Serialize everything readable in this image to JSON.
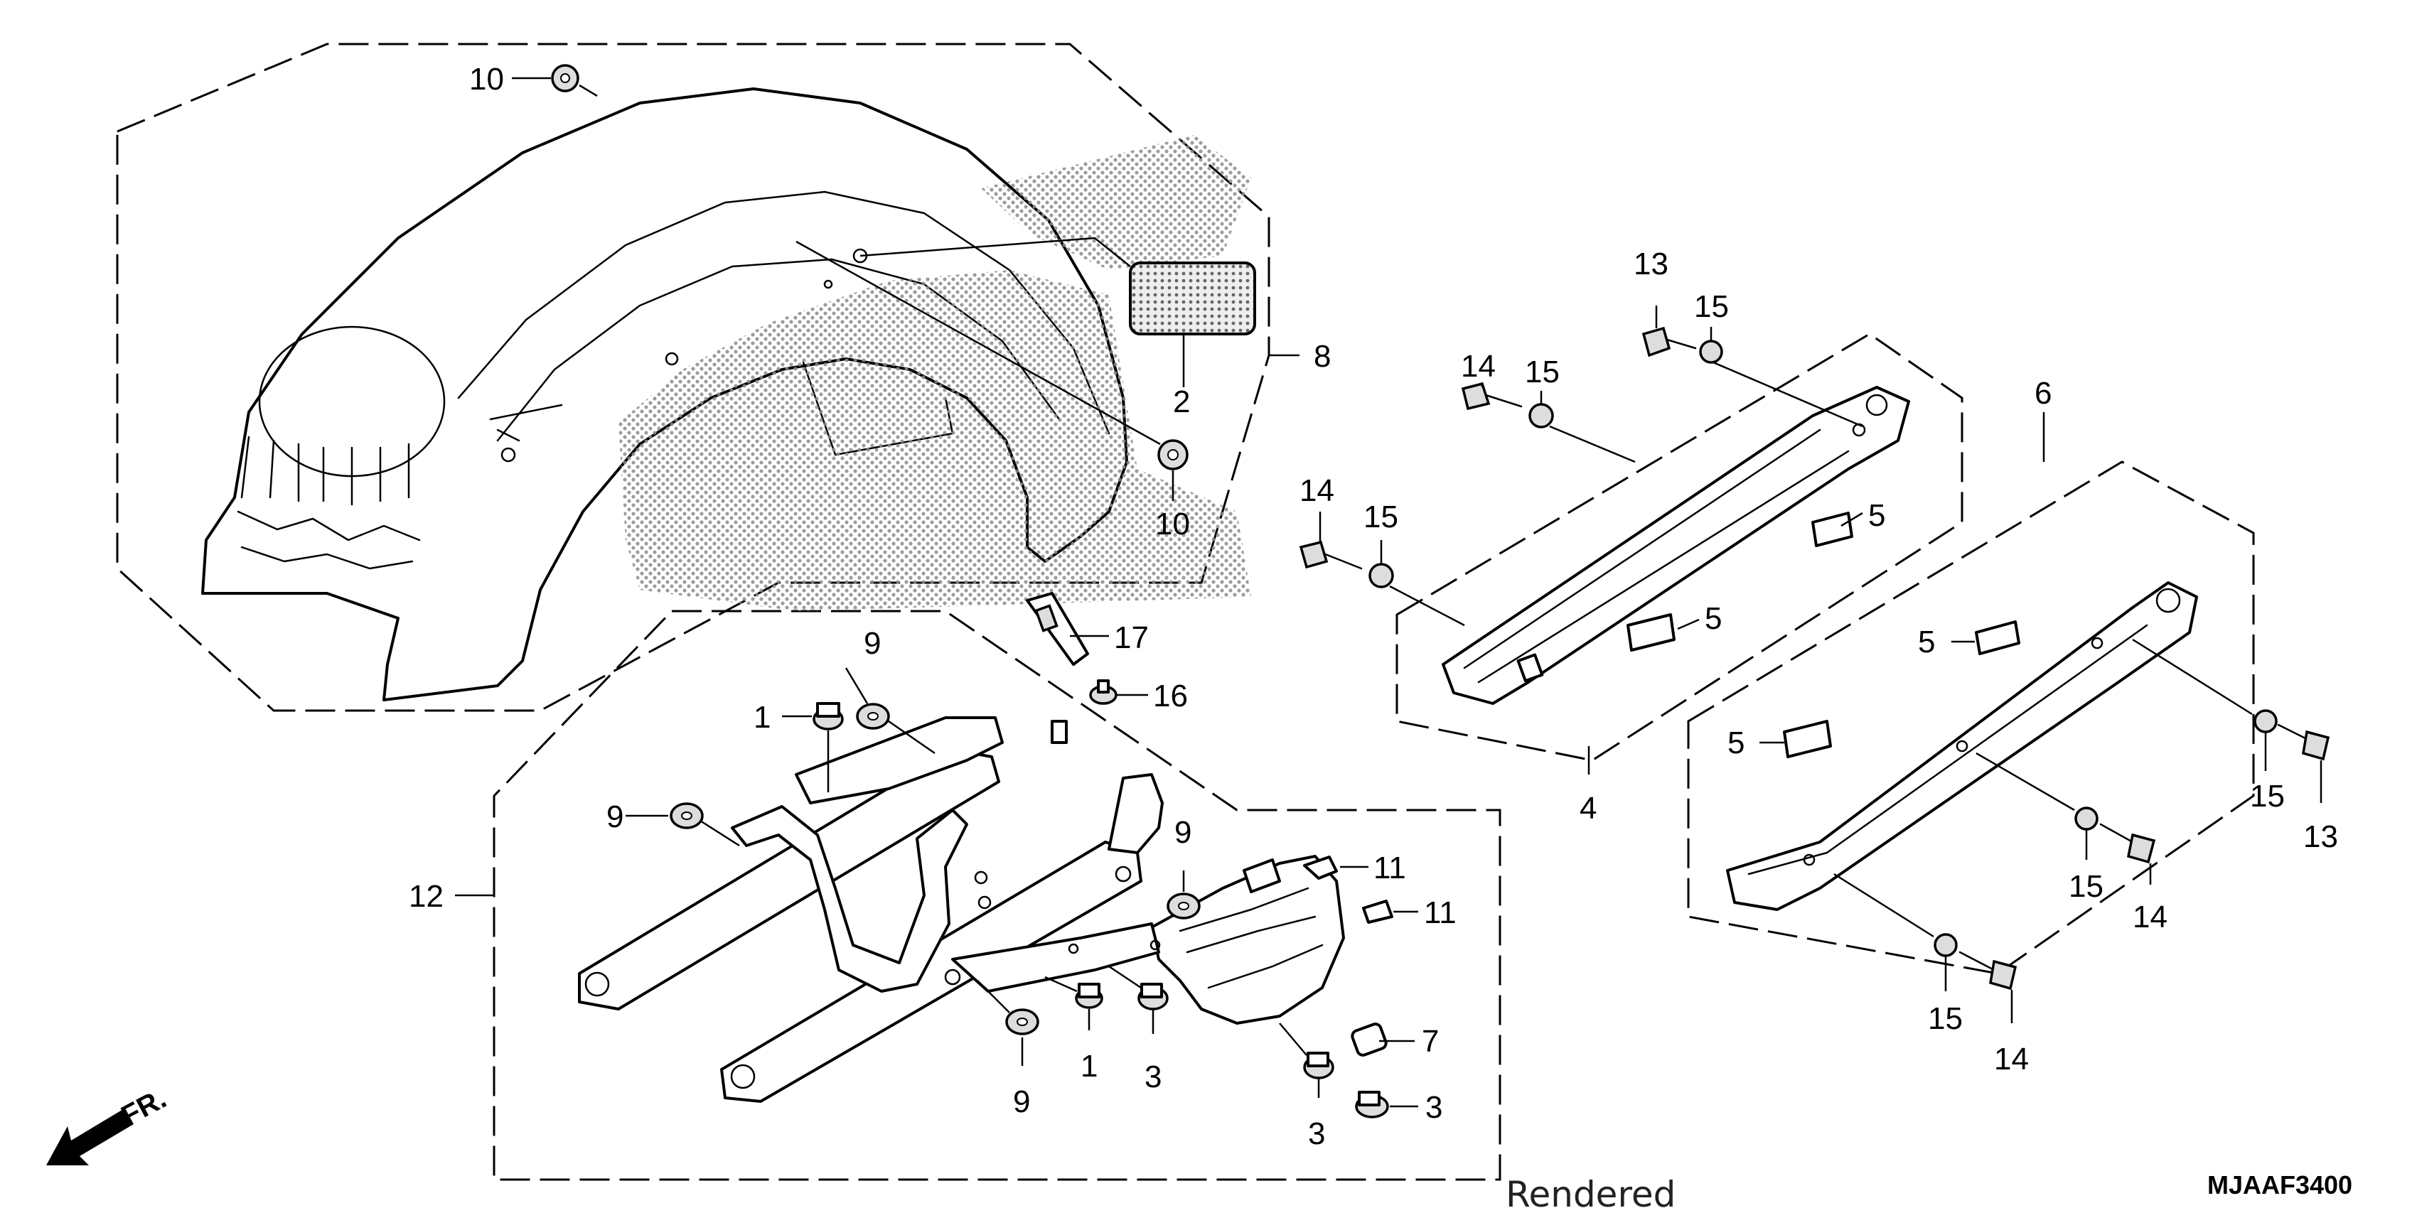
{
  "callouts": {
    "c1a": "1",
    "c1b": "1",
    "c2": "2",
    "c3a": "3",
    "c3b": "3",
    "c3c": "3",
    "c4": "4",
    "c5a": "5",
    "c5b": "5",
    "c5c": "5",
    "c5d": "5",
    "c6": "6",
    "c7": "7",
    "c8": "8",
    "c9a": "9",
    "c9b": "9",
    "c9c": "9",
    "c9d": "9",
    "c10a": "10",
    "c10b": "10",
    "c11a": "11",
    "c11b": "11",
    "c12": "12",
    "c13a": "13",
    "c13b": "13",
    "c14a": "14",
    "c14b": "14",
    "c14c": "14",
    "c14d": "14",
    "c15a": "15",
    "c15b": "15",
    "c15c": "15",
    "c15d": "15",
    "c15e": "15",
    "c16": "16",
    "c17": "17"
  },
  "diagram_code": "MJAAF3400",
  "overlay_text": "Rendered",
  "direction_label": "FR."
}
